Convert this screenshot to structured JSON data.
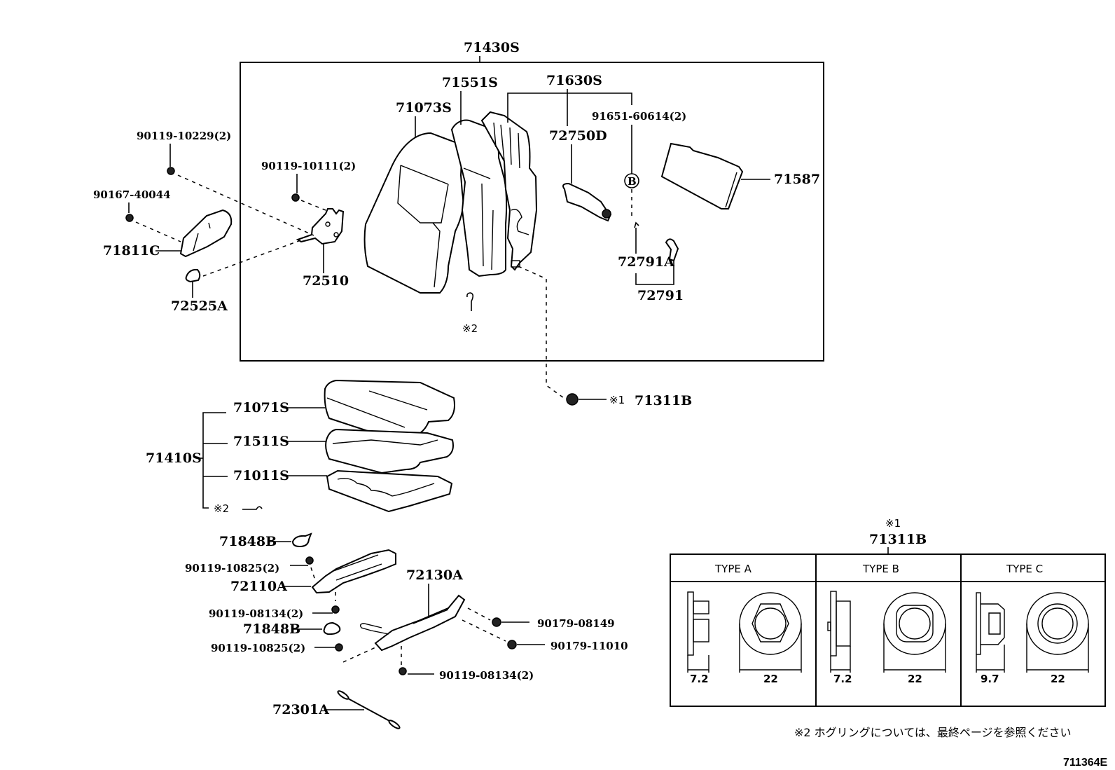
{
  "diagram": {
    "title_assembly": "71430S",
    "seatback_parts": {
      "cover": "71073S",
      "pad": "71551S",
      "frame_assy": "71630S",
      "recliner_adjuster": "72750D",
      "screw": "91651-60614(2)",
      "ref_mark": "B",
      "board": "71587",
      "cable": "72791A",
      "cable_assy": "72791",
      "hinge": "72510",
      "hog_ring": "※2"
    },
    "side_parts": {
      "bolt_upper": "90119-10229(2)",
      "bolt_hinge": "90119-10111(2)",
      "screw_cover": "90167-40044",
      "hinge_cover": "71811C",
      "knob": "72525A"
    },
    "clip": {
      "note_mark": "※1",
      "part": "71311B"
    },
    "cushion": {
      "assembly": "71410S",
      "cover": "71071S",
      "pad": "71511S",
      "frame": "71011S",
      "hog_ring": "※2"
    },
    "track": {
      "cover_upper": "71848B",
      "bolt_upper": "90119-10825(2)",
      "adjuster_inner": "72110A",
      "bolt_mid": "90119-08134(2)",
      "cover_lower": "71848B",
      "bolt_lower": "90119-10825(2)",
      "adjuster_outer": "72130A",
      "nut_1": "90179-08149",
      "nut_2": "90179-11010",
      "bolt_bottom": "90119-08134(2)",
      "spring": "72301A"
    },
    "clip_table": {
      "note_mark": "※1",
      "part": "71311B",
      "types": [
        {
          "label": "TYPE A",
          "thickness": "7.2",
          "diameter": "22"
        },
        {
          "label": "TYPE B",
          "thickness": "7.2",
          "diameter": "22"
        },
        {
          "label": "TYPE C",
          "thickness": "9.7",
          "diameter": "22"
        }
      ]
    },
    "footnote": "※2  ホグリングについては、最終ページを参照ください",
    "figure_code": "711364E"
  }
}
